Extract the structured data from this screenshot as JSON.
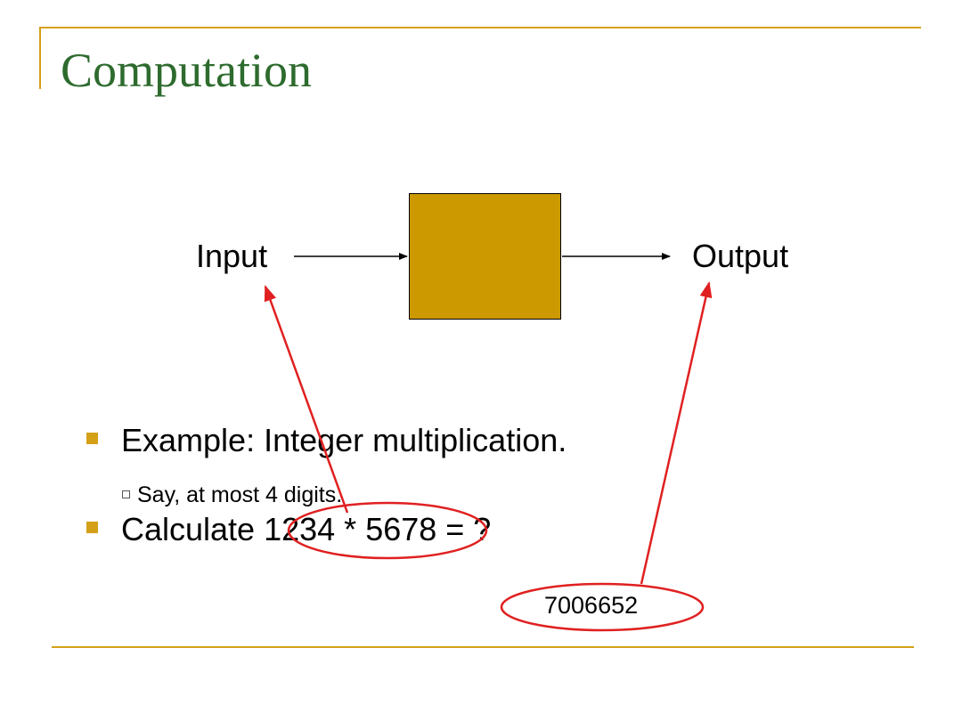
{
  "slide": {
    "title": "Computation",
    "accent_color": "#d4a017",
    "title_color": "#2e6b2e",
    "box_color": "#cc9900",
    "annotation_color": "#e02020"
  },
  "diagram": {
    "input_label": "Input",
    "output_label": "Output"
  },
  "bullets": [
    {
      "text": "Example: Integer multiplication.",
      "sub": [
        "Say, at most 4 digits."
      ]
    },
    {
      "text_before": "Calculate ",
      "highlight": "1234 * 5678",
      "text_after": " = ?"
    }
  ],
  "annotation": {
    "result": "7006652"
  }
}
